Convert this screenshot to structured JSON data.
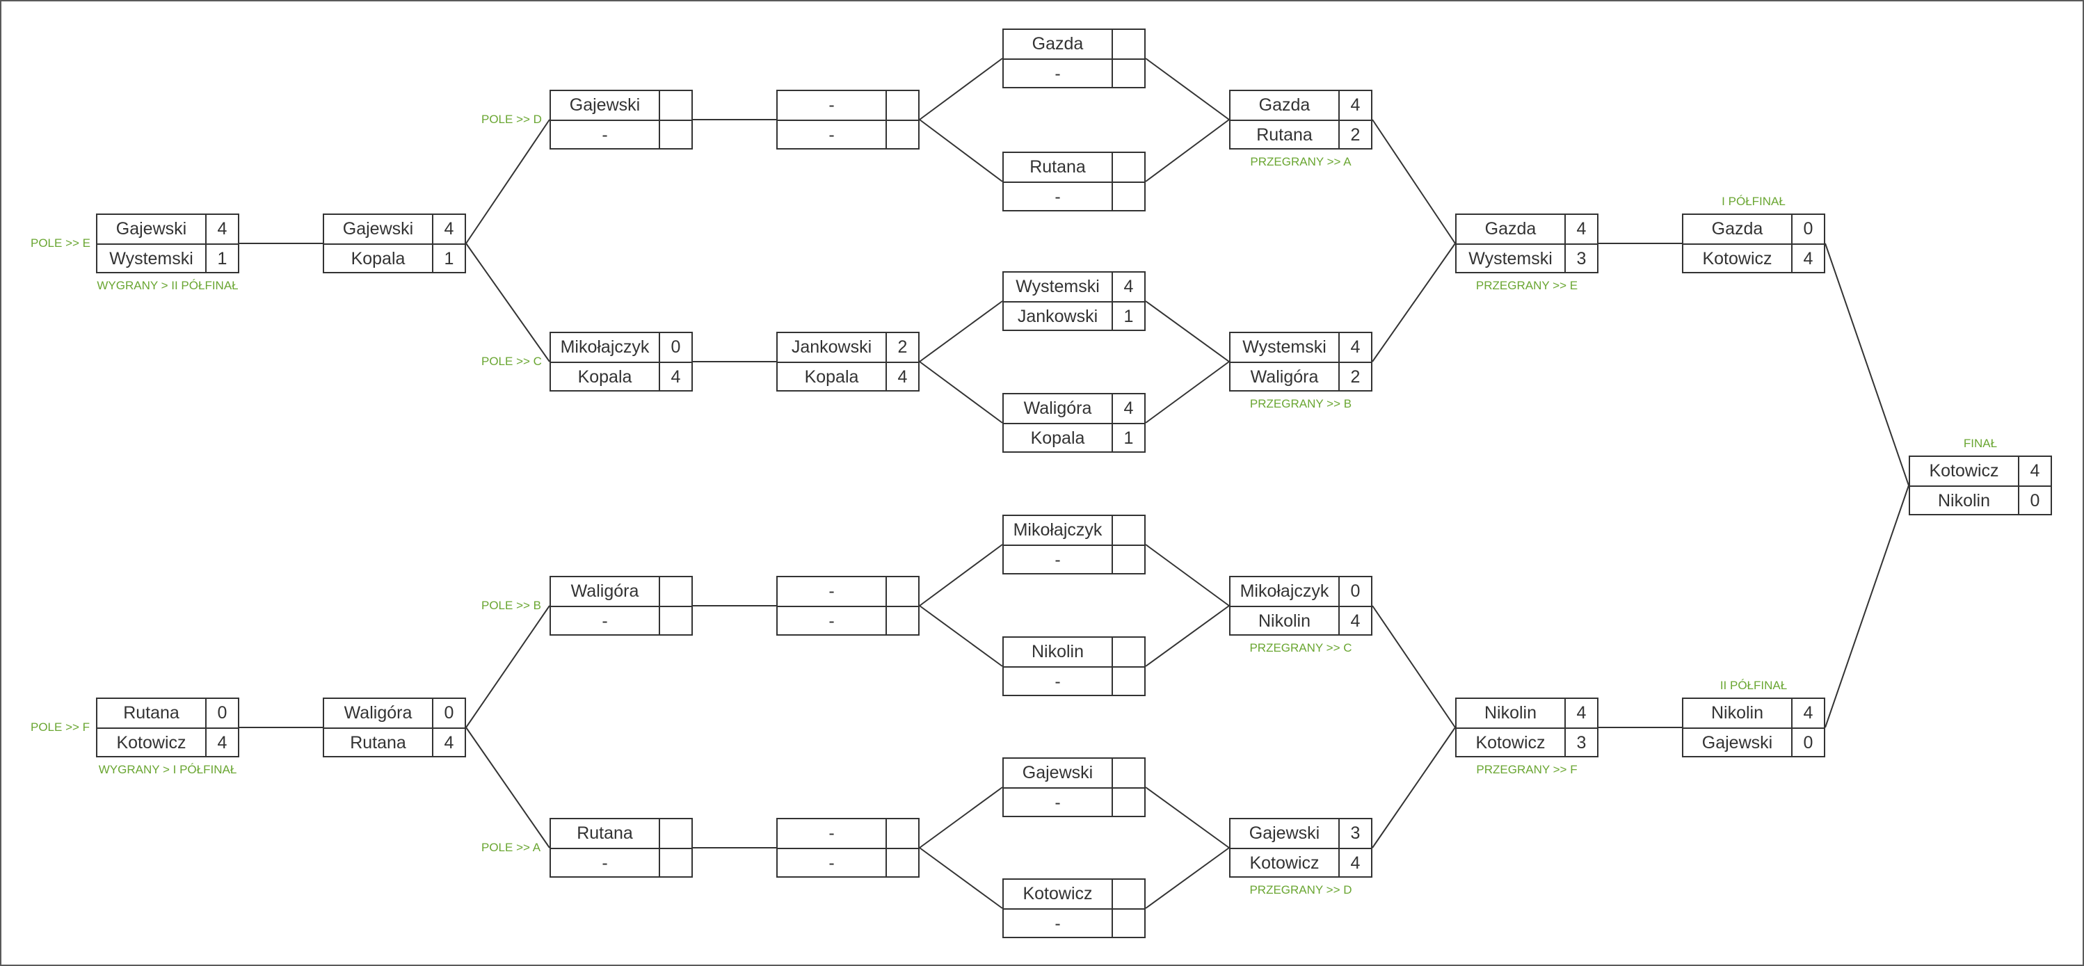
{
  "accent_color": "#6aa632",
  "matches": [
    {
      "id": "m-elim-a",
      "top": {
        "name": "Gajewski",
        "score": "4"
      },
      "bottom": {
        "name": "Wystemski",
        "score": "1"
      }
    },
    {
      "id": "m-elim-b",
      "top": {
        "name": "Rutana",
        "score": "0"
      },
      "bottom": {
        "name": "Kotowicz",
        "score": "4"
      }
    },
    {
      "id": "m-semi-a",
      "top": {
        "name": "Gajewski",
        "score": "4"
      },
      "bottom": {
        "name": "Kopala",
        "score": "1"
      }
    },
    {
      "id": "m-semi-b",
      "top": {
        "name": "Waligóra",
        "score": "0"
      },
      "bottom": {
        "name": "Rutana",
        "score": "4"
      }
    },
    {
      "id": "m-q-d",
      "top": {
        "name": "Gajewski",
        "score": ""
      },
      "bottom": {
        "name": "-",
        "score": ""
      }
    },
    {
      "id": "m-q-c",
      "top": {
        "name": "Mikołajczyk",
        "score": "0"
      },
      "bottom": {
        "name": "Kopala",
        "score": "4"
      }
    },
    {
      "id": "m-q-b",
      "top": {
        "name": "Waligóra",
        "score": ""
      },
      "bottom": {
        "name": "-",
        "score": ""
      }
    },
    {
      "id": "m-q-a",
      "top": {
        "name": "Rutana",
        "score": ""
      },
      "bottom": {
        "name": "-",
        "score": ""
      }
    },
    {
      "id": "m-r3-1",
      "top": {
        "name": "-",
        "score": ""
      },
      "bottom": {
        "name": "-",
        "score": ""
      }
    },
    {
      "id": "m-r3-2",
      "top": {
        "name": "Jankowski",
        "score": "2"
      },
      "bottom": {
        "name": "Kopala",
        "score": "4"
      }
    },
    {
      "id": "m-r3-3",
      "top": {
        "name": "-",
        "score": ""
      },
      "bottom": {
        "name": "-",
        "score": ""
      }
    },
    {
      "id": "m-r3-4",
      "top": {
        "name": "-",
        "score": ""
      },
      "bottom": {
        "name": "-",
        "score": ""
      }
    },
    {
      "id": "m-r4-1",
      "top": {
        "name": "Gazda",
        "score": ""
      },
      "bottom": {
        "name": "-",
        "score": ""
      }
    },
    {
      "id": "m-r4-2",
      "top": {
        "name": "Rutana",
        "score": ""
      },
      "bottom": {
        "name": "-",
        "score": ""
      }
    },
    {
      "id": "m-r4-3",
      "top": {
        "name": "Wystemski",
        "score": "4"
      },
      "bottom": {
        "name": "Jankowski",
        "score": "1"
      }
    },
    {
      "id": "m-r4-4",
      "top": {
        "name": "Waligóra",
        "score": "4"
      },
      "bottom": {
        "name": "Kopala",
        "score": "1"
      }
    },
    {
      "id": "m-r4-5",
      "top": {
        "name": "Mikołajczyk",
        "score": ""
      },
      "bottom": {
        "name": "-",
        "score": ""
      }
    },
    {
      "id": "m-r4-6",
      "top": {
        "name": "Nikolin",
        "score": ""
      },
      "bottom": {
        "name": "-",
        "score": ""
      }
    },
    {
      "id": "m-r4-7",
      "top": {
        "name": "Gajewski",
        "score": ""
      },
      "bottom": {
        "name": "-",
        "score": ""
      }
    },
    {
      "id": "m-r4-8",
      "top": {
        "name": "Kotowicz",
        "score": ""
      },
      "bottom": {
        "name": "-",
        "score": ""
      }
    },
    {
      "id": "m-r5-a",
      "top": {
        "name": "Gazda",
        "score": "4"
      },
      "bottom": {
        "name": "Rutana",
        "score": "2"
      }
    },
    {
      "id": "m-r5-b",
      "top": {
        "name": "Wystemski",
        "score": "4"
      },
      "bottom": {
        "name": "Waligóra",
        "score": "2"
      }
    },
    {
      "id": "m-r5-c",
      "top": {
        "name": "Mikołajczyk",
        "score": "0"
      },
      "bottom": {
        "name": "Nikolin",
        "score": "4"
      }
    },
    {
      "id": "m-r5-d",
      "top": {
        "name": "Gajewski",
        "score": "3"
      },
      "bottom": {
        "name": "Kotowicz",
        "score": "4"
      }
    },
    {
      "id": "m-r6-e",
      "top": {
        "name": "Gazda",
        "score": "4"
      },
      "bottom": {
        "name": "Wystemski",
        "score": "3"
      }
    },
    {
      "id": "m-r6-f",
      "top": {
        "name": "Nikolin",
        "score": "4"
      },
      "bottom": {
        "name": "Kotowicz",
        "score": "3"
      }
    },
    {
      "id": "m-semi-1",
      "top": {
        "name": "Gazda",
        "score": "0"
      },
      "bottom": {
        "name": "Kotowicz",
        "score": "4"
      }
    },
    {
      "id": "m-semi-2",
      "top": {
        "name": "Nikolin",
        "score": "4"
      },
      "bottom": {
        "name": "Gajewski",
        "score": "0"
      }
    },
    {
      "id": "m-final",
      "top": {
        "name": "Kotowicz",
        "score": "4"
      },
      "bottom": {
        "name": "Nikolin",
        "score": "0"
      }
    }
  ],
  "labels": {
    "pole_e": "POLE >> E",
    "pole_f": "POLE >> F",
    "wygrany_ii": "WYGRANY > II PÓŁFINAŁ",
    "wygrany_i": "WYGRANY > I PÓŁFINAŁ",
    "pole_d": "POLE >> D",
    "pole_c": "POLE >> C",
    "pole_b": "POLE >> B",
    "pole_a": "POLE >> A",
    "przegrany_a": "PRZEGRANY >> A",
    "przegrany_b": "PRZEGRANY >> B",
    "przegrany_c": "PRZEGRANY >> C",
    "przegrany_d": "PRZEGRANY >> D",
    "przegrany_e": "PRZEGRANY >> E",
    "przegrany_f": "PRZEGRANY >> F",
    "semi_1": "I PÓŁFINAŁ",
    "semi_2": "II PÓŁFINAŁ",
    "final": "FINAŁ"
  }
}
